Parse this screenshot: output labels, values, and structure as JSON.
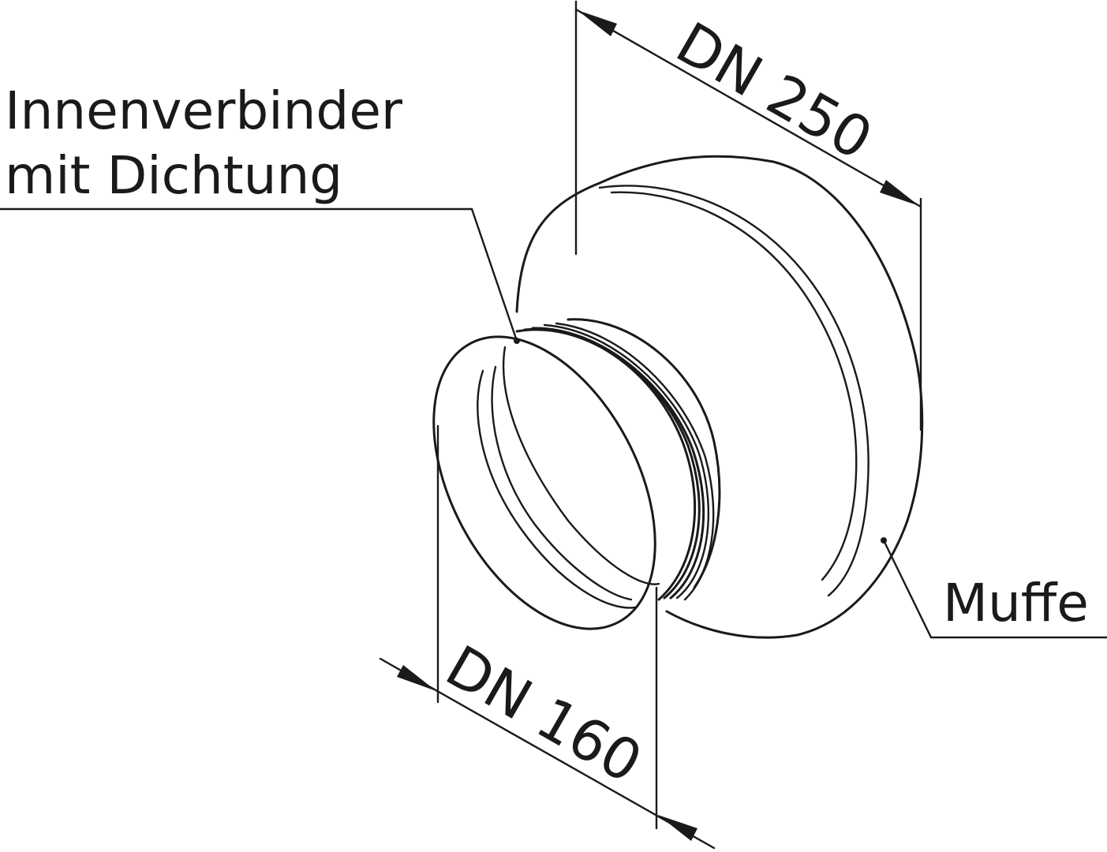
{
  "labels": {
    "connector_line1": "Innenverbinder",
    "connector_line2": "mit Dichtung",
    "sleeve": "Muffe",
    "dim_large": "DN 250",
    "dim_small": "DN 160"
  },
  "colors": {
    "line": "#1a1a1a",
    "background": "#ffffff"
  }
}
